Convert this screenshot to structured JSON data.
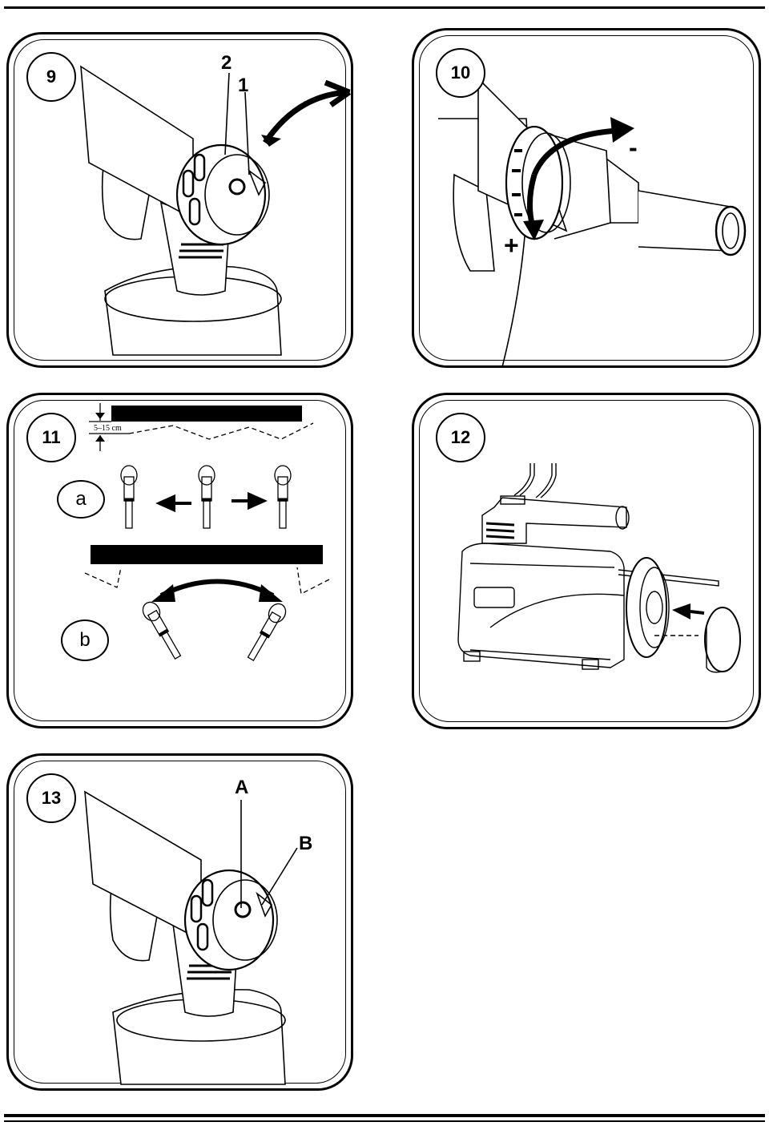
{
  "figures": [
    {
      "number": "9",
      "callouts": [
        "2",
        "1"
      ]
    },
    {
      "number": "10",
      "signs": {
        "minus": "-",
        "plus": "+"
      }
    },
    {
      "number": "11",
      "distance": "5–15 cm",
      "modes": [
        "a",
        "b"
      ]
    },
    {
      "number": "12"
    },
    {
      "number": "13",
      "callouts": [
        "A",
        "B"
      ]
    }
  ]
}
